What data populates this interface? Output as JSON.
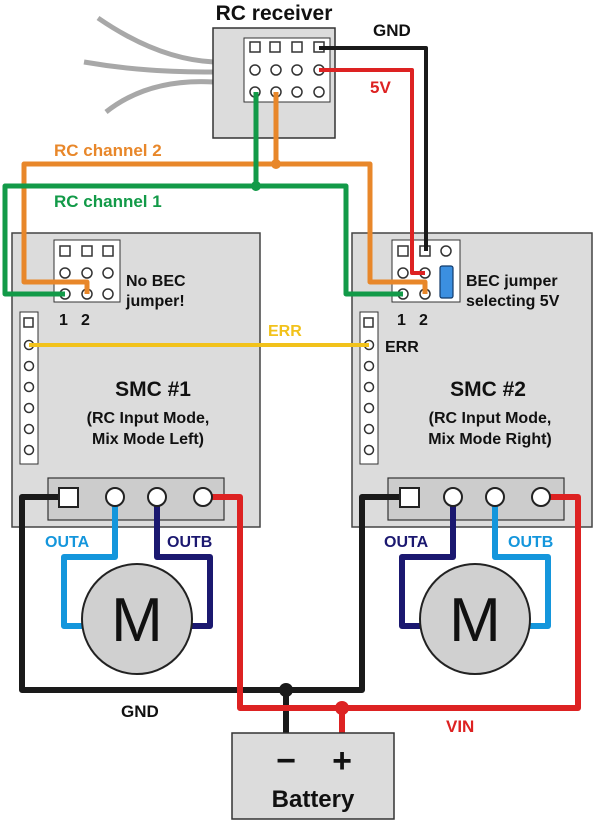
{
  "receiver": {
    "title": "RC receiver",
    "gnd_label": "GND",
    "v5_label": "5V"
  },
  "channels": {
    "ch2": "RC channel 2",
    "ch1": "RC channel 1"
  },
  "smc1": {
    "title": "SMC #1",
    "mode_line1": "(RC Input Mode,",
    "mode_line2": "Mix Mode Left)",
    "note_line1": "No BEC",
    "note_line2": "jumper!",
    "pin1": "1",
    "pin2": "2",
    "outa": "OUTA",
    "outb": "OUTB"
  },
  "smc2": {
    "title": "SMC #2",
    "mode_line1": "(RC Input Mode,",
    "mode_line2": "Mix Mode Right)",
    "note_line1": "BEC jumper",
    "note_line2": "selecting 5V",
    "pin1": "1",
    "pin2": "2",
    "outa": "OUTA",
    "outb": "OUTB",
    "err_side": "ERR"
  },
  "err_label": "ERR",
  "motor_symbol": "M",
  "gnd_bottom": "GND",
  "vin_label": "VIN",
  "battery": {
    "minus": "−",
    "plus": "+",
    "label": "Battery"
  },
  "colors": {
    "gnd": "#1a1a1a",
    "vin": "#dd2222",
    "ch1": "#129a48",
    "ch2": "#e8872a",
    "err": "#f2c21b",
    "outa": "#1496dc",
    "outb": "#1b1870",
    "board": "#dcdcdc",
    "jumper": "#3b8fe0"
  }
}
